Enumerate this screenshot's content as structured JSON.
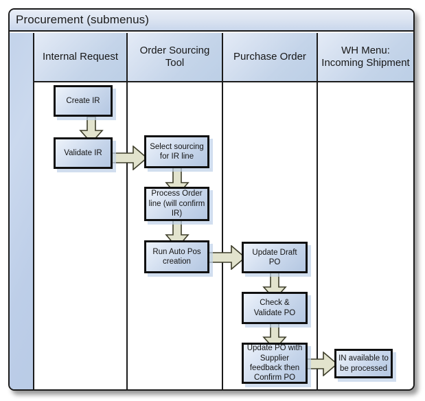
{
  "diagram": {
    "title": "Procurement (submenus)",
    "type": "swimlane-flowchart",
    "colors": {
      "node_fill_light": "#eef3fa",
      "node_fill_dark": "#b4c7e2",
      "node_border": "#101010",
      "arrow_fill": "#e2e3cd",
      "arrow_border": "#3c3c28",
      "lane_header_fill": "#c4d4e9",
      "title_band_fill": "#dde5f2",
      "frame_border": "#1a1a1a"
    },
    "lanes": [
      {
        "id": "spine",
        "label": ""
      },
      {
        "id": "internal-request",
        "label": "Internal Request"
      },
      {
        "id": "order-sourcing",
        "label": "Order Sourcing Tool"
      },
      {
        "id": "purchase-order",
        "label": "Purchase Order"
      },
      {
        "id": "wh-menu",
        "label": "WH Menu: Incoming Shipment"
      }
    ],
    "nodes": [
      {
        "id": "create-ir",
        "lane": "internal-request",
        "label": "Create IR"
      },
      {
        "id": "validate-ir",
        "lane": "internal-request",
        "label": "Validate IR"
      },
      {
        "id": "select-sourcing",
        "lane": "order-sourcing",
        "label": "Select sourcing for IR line"
      },
      {
        "id": "process-order",
        "lane": "order-sourcing",
        "label": "Process Order line (will confirm IR)"
      },
      {
        "id": "run-auto-pos",
        "lane": "order-sourcing",
        "label": "Run Auto Pos creation"
      },
      {
        "id": "update-draft-po",
        "lane": "purchase-order",
        "label": "Update Draft PO"
      },
      {
        "id": "check-validate-po",
        "lane": "purchase-order",
        "label": "Check & Validate PO"
      },
      {
        "id": "update-po",
        "lane": "purchase-order",
        "label": "Update PO with Supplier feedback then Confirm PO"
      },
      {
        "id": "in-available",
        "lane": "wh-menu",
        "label": "IN available to be processed"
      }
    ],
    "edges": [
      {
        "from": "create-ir",
        "to": "validate-ir",
        "direction": "down"
      },
      {
        "from": "validate-ir",
        "to": "select-sourcing",
        "direction": "right"
      },
      {
        "from": "select-sourcing",
        "to": "process-order",
        "direction": "down"
      },
      {
        "from": "process-order",
        "to": "run-auto-pos",
        "direction": "down"
      },
      {
        "from": "run-auto-pos",
        "to": "update-draft-po",
        "direction": "right"
      },
      {
        "from": "update-draft-po",
        "to": "check-validate-po",
        "direction": "down"
      },
      {
        "from": "check-validate-po",
        "to": "update-po",
        "direction": "down"
      },
      {
        "from": "update-po",
        "to": "in-available",
        "direction": "right"
      }
    ]
  }
}
